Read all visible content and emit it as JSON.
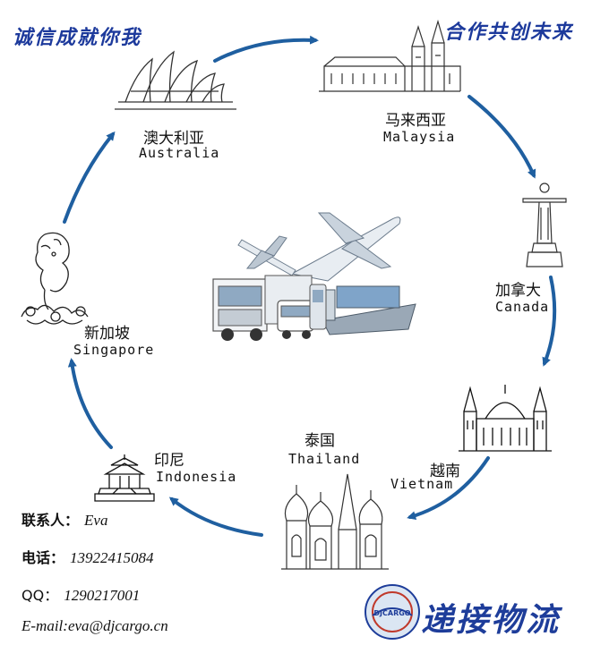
{
  "slogans": {
    "left": "诚信成就你我",
    "right": "合作共创未来"
  },
  "countries": [
    {
      "cn": "澳大利亚",
      "en": "Australia",
      "icon": "opera-house-icon"
    },
    {
      "cn": "马来西亚",
      "en": "Malaysia",
      "icon": "palace-icon"
    },
    {
      "cn": "加拿大",
      "en": "Canada",
      "icon": "statue-icon"
    },
    {
      "cn": "越南",
      "en": "Vietnam",
      "icon": "cathedral-icon"
    },
    {
      "cn": "泰国",
      "en": "Thailand",
      "icon": "onion-dome-icon"
    },
    {
      "cn": "印尼",
      "en": "Indonesia",
      "icon": "pavilion-icon"
    },
    {
      "cn": "新加坡",
      "en": "Singapore",
      "icon": "merlion-icon"
    }
  ],
  "contact": {
    "person_label": "联系人：",
    "person": "Eva",
    "phone_label": "电话：",
    "phone": "13922415084",
    "qq_label": "QQ：",
    "qq": "1290217001",
    "email_label": "E-mail:",
    "email": "eva@djcargo.cn"
  },
  "brand": {
    "name": "递接物流",
    "logo_text": "DJCARGO"
  },
  "colors": {
    "accent": "#1f5fa0",
    "slogan": "#1d3a9c",
    "brand": "#1e3d9a"
  }
}
